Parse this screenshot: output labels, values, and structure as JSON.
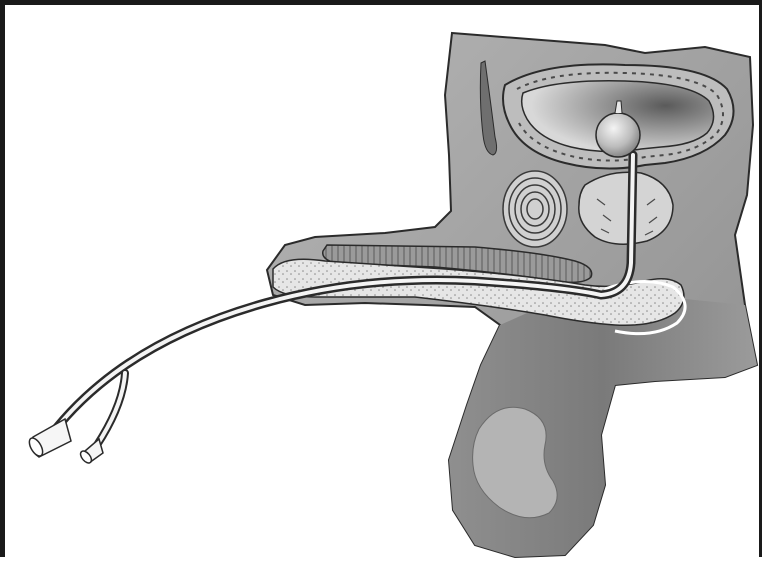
{
  "figure": {
    "colors": {
      "tissue_dark": "#7a7a7a",
      "tissue_mid": "#a3a3a3",
      "tissue_light": "#c8c8c8",
      "bladder_fill": "#9c9c9c",
      "outline": "#2b2b2b",
      "catheter": "#ffffff",
      "stipple": "#e4e4e4",
      "background": "#ffffff"
    },
    "parts": [
      "pelvic-section",
      "bladder",
      "catheter-balloon",
      "prostate",
      "rectum-coils",
      "urethra",
      "penile-shaft",
      "scrotum",
      "testis",
      "catheter-tube",
      "drainage-port",
      "inflation-port"
    ]
  }
}
